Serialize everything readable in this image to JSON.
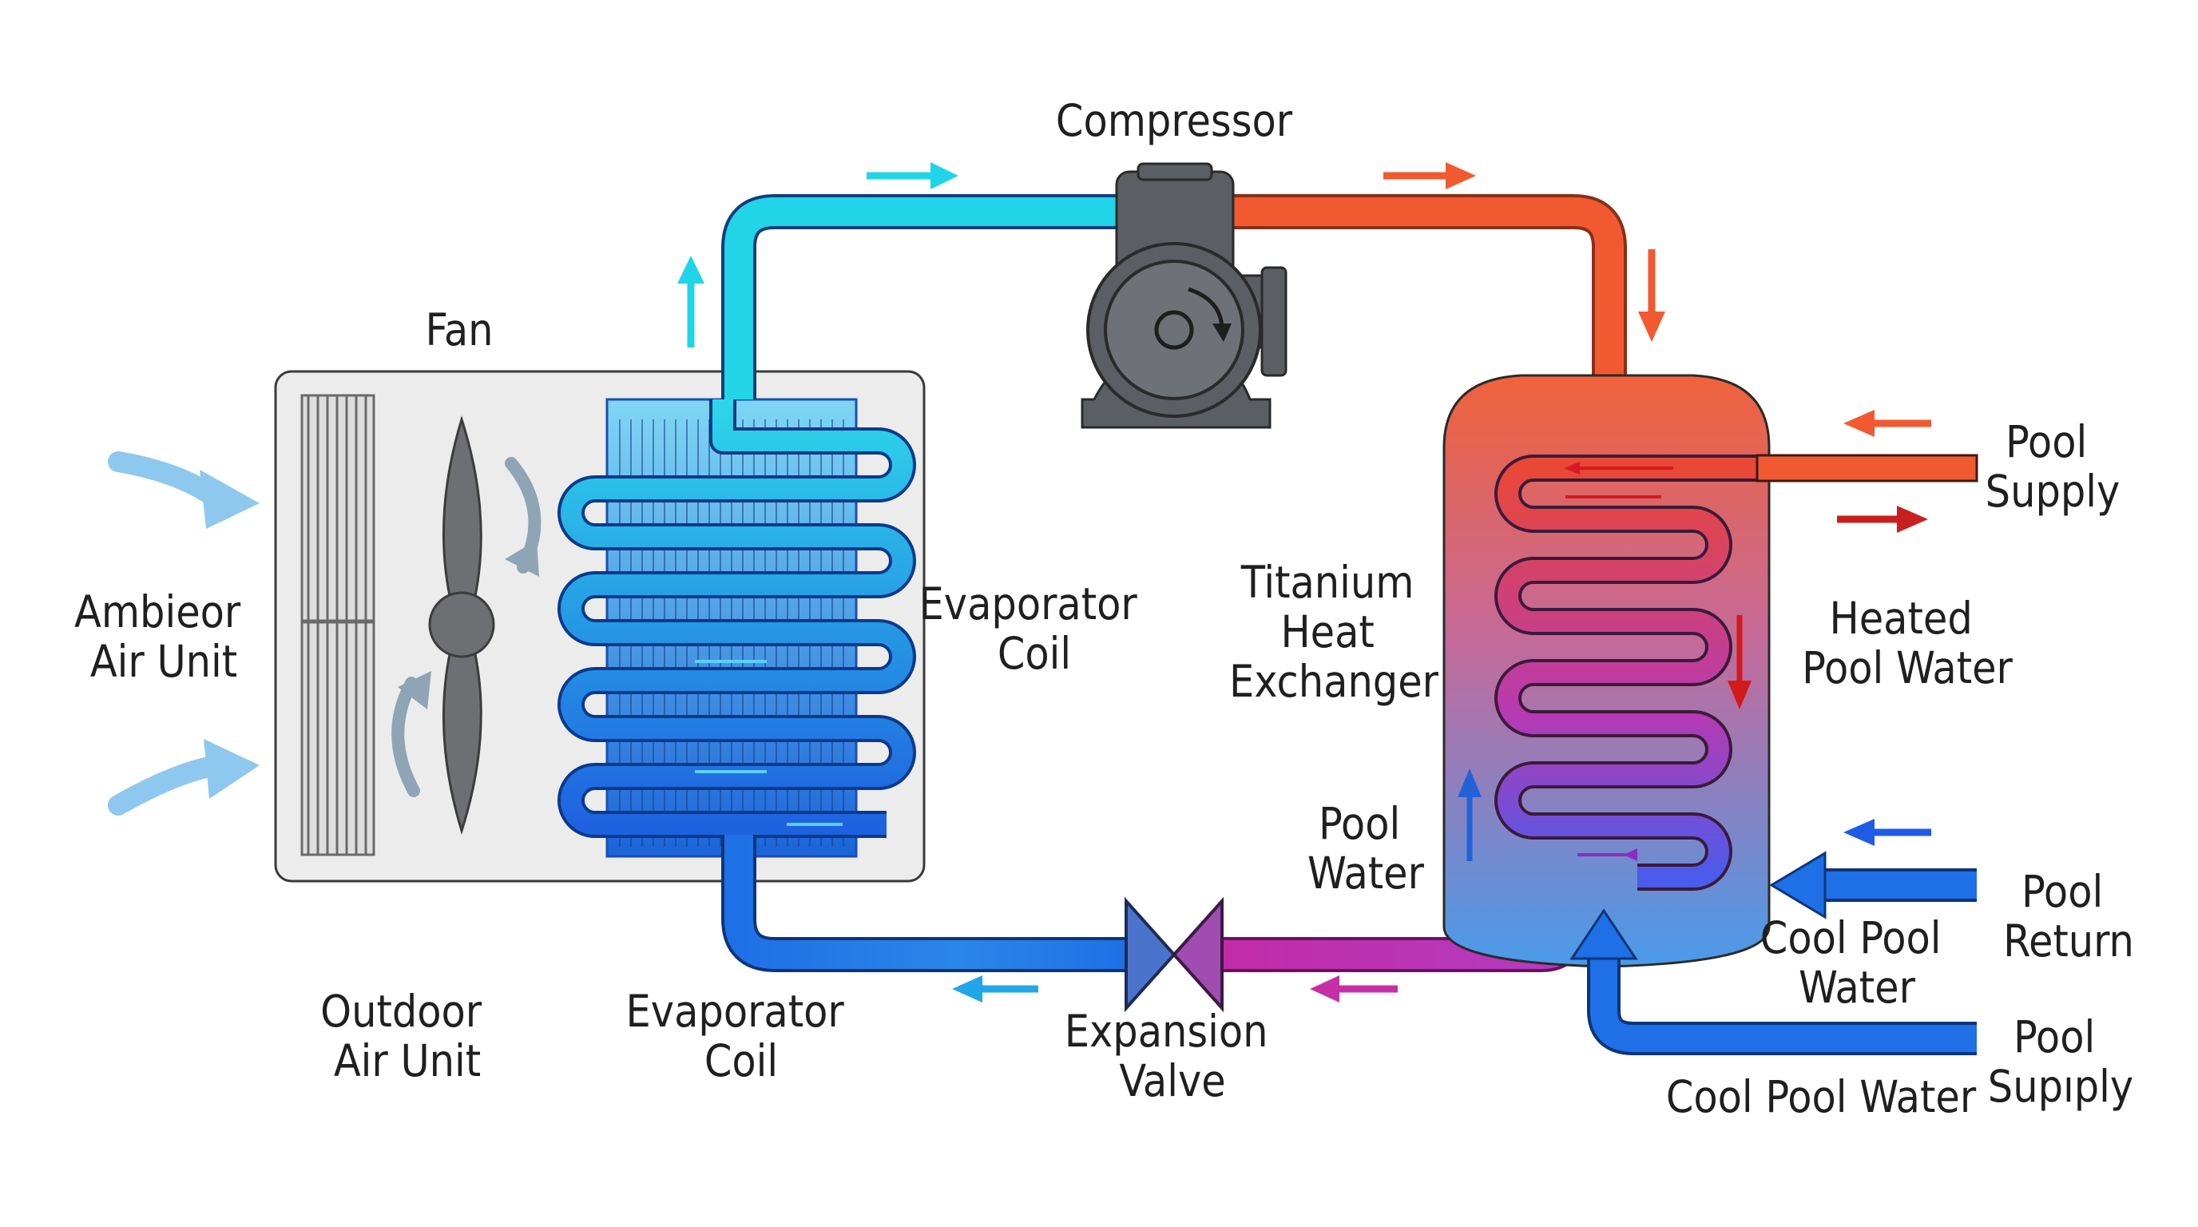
{
  "labels": {
    "compressor": "Compressor",
    "fan": "Fan",
    "ambient_air_unit": [
      "Ambieor",
      "Air Unit"
    ],
    "evaporator_coil_right": [
      "Evaporator",
      "Coil"
    ],
    "titanium_heat_exchanger": [
      "Titanium",
      "Heat",
      "Exchanger"
    ],
    "pool_supply_top": [
      "Pool",
      "Supply"
    ],
    "heated_pool_water": [
      "Heated",
      "Pool Water"
    ],
    "pool_water": [
      "Pool",
      "Water"
    ],
    "pool_return": [
      "Pool",
      "Return"
    ],
    "cool_pool_water_upper": [
      "Cool Pool",
      "Water"
    ],
    "pool_supply_bottom": [
      "Pool",
      "Supıply"
    ],
    "cool_pool_water_lower": "Cool Pool Water",
    "outdoor_air_unit": [
      "Outdoor",
      "Air Unit"
    ],
    "evaporator_coil_bottom": [
      "Evaporator",
      "Coil"
    ],
    "expansion_valve": [
      "Expansion",
      "Valve"
    ]
  },
  "colors": {
    "cool_pipe": "#22d4e8",
    "hot_pipe": "#f15a30",
    "cold_pipe": "#1f6fe6",
    "mixed_pipe": "#c72fa8",
    "ambient_air": "#8ec8ee",
    "component_gray": "#555a5f",
    "unit_panel": "#ececec"
  },
  "icons": [
    "compressor-icon",
    "fan-icon",
    "expansion-valve-icon",
    "evaporator-coil-icon",
    "heat-exchanger-coil-icon",
    "flow-arrow-icon"
  ]
}
